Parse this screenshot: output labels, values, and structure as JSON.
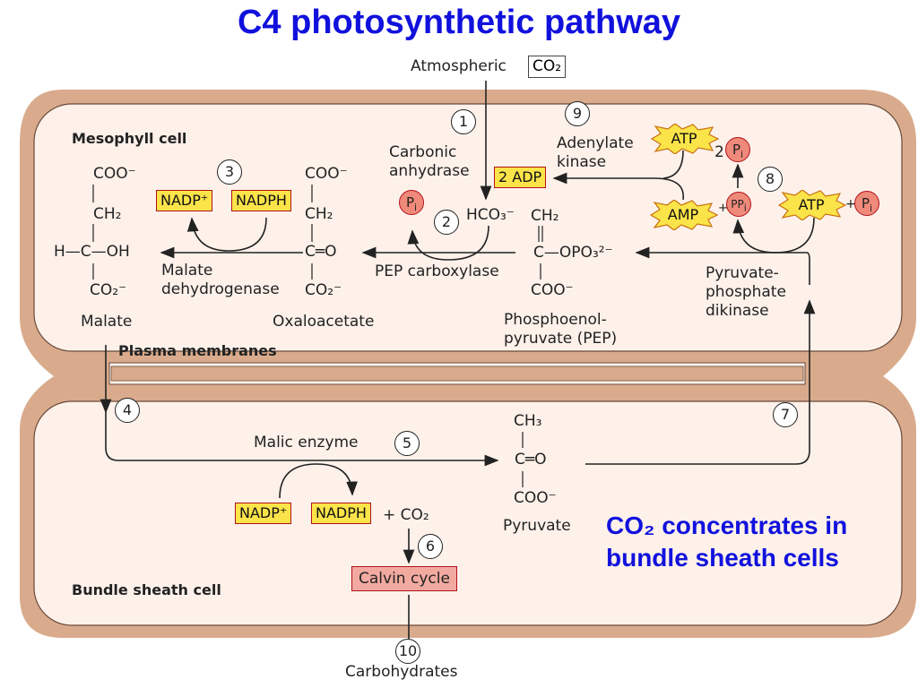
{
  "title": "C4 photosynthetic pathway",
  "atmospheric": "Atmospheric",
  "co2": "CO₂",
  "mesophyll_label": "Mesophyll cell",
  "bundle_label": "Bundle sheath cell",
  "plasma_label": "Plasma membranes",
  "steps": [
    "1",
    "2",
    "3",
    "4",
    "5",
    "6",
    "7",
    "8",
    "9",
    "10"
  ],
  "carbonic_anhydrase": [
    "Carbonic",
    "anhydrase"
  ],
  "adenylate_kinase": [
    "Adenylate",
    "kinase"
  ],
  "two_adp": "2 ADP",
  "atp": "ATP",
  "amp": "AMP",
  "ppi": "PP",
  "pi": "P",
  "pi_sub": "i",
  "two": "2",
  "plus": "+",
  "nadp": "NADP⁺",
  "nadph": "NADPH",
  "hco3": "HCO₃⁻",
  "pep_carboxylase": "PEP carboxylase",
  "malate_dehydrogenase": [
    "Malate",
    "dehydrogenase"
  ],
  "malate": "Malate",
  "oxaloacetate": "Oxaloacetate",
  "pep": [
    "Phosphoenol-",
    "pyruvate (PEP)"
  ],
  "ppdk": [
    "Pyruvate-",
    "phosphate",
    "dikinase"
  ],
  "malic_enzyme": "Malic enzyme",
  "pyruvate": "Pyruvate",
  "plus_co2": "+ CO₂",
  "calvin_cycle": "Calvin cycle",
  "carbohydrates": "Carbohydrates",
  "callout": [
    "CO₂ concentrates in",
    "bundle sheath cells"
  ],
  "chem": {
    "coo_minus": "COO⁻",
    "ch2": "CH₂",
    "h_c_oh": "H—C—OH",
    "co2_minus": "CO₂⁻",
    "c_eq_o": "C═O",
    "c_opo3": "C—OPO₃²⁻",
    "ch3": "CH₃",
    "vbar": "|",
    "dbl": "‖"
  },
  "colors": {
    "title": "#1111dd",
    "cell_wall": "#d4a583",
    "cell_fill": "#fdf1ea",
    "yellow_box": "#fbe44a",
    "pink_box": "#f2aaa0"
  }
}
